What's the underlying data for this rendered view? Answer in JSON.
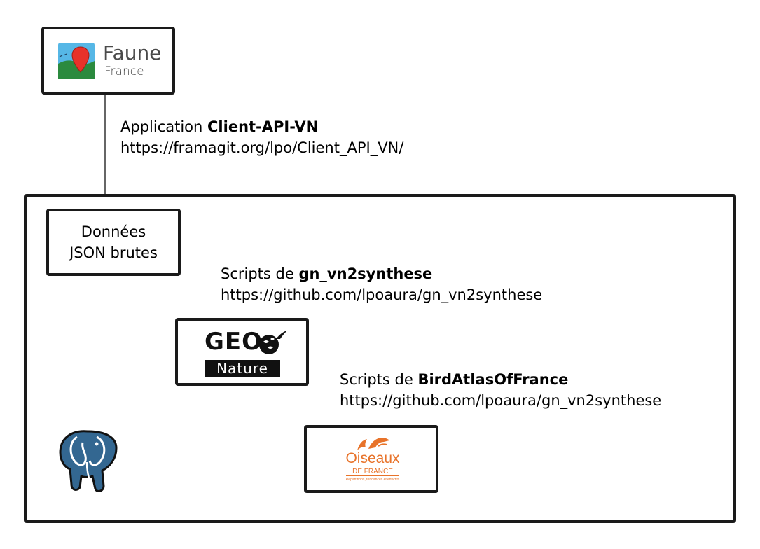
{
  "faune_logo": {
    "title": "Faune",
    "subtitle": "France"
  },
  "client_api": {
    "prefix": "Application ",
    "name": "Client-API-VN",
    "url": "https://framagit.org/lpo/Client_API_VN/"
  },
  "raw_data": {
    "line1": "Données",
    "line2": "JSON brutes"
  },
  "vn2synthese": {
    "prefix": "Scripts de ",
    "name": "gn_vn2synthese",
    "url": "https://github.com/lpoaura/gn_vn2synthese"
  },
  "geonature_logo": {
    "title": "GEO",
    "subtitle": "Nature"
  },
  "birdatlas": {
    "prefix": "Scripts de ",
    "name": "BirdAtlasOfFrance",
    "url": "https://github.com/lpoaura/gn_vn2synthese"
  },
  "oiseaux_logo": {
    "title": "Oiseaux",
    "subtitle": "DE FRANCE",
    "tagline": "Répartitions, tendances et effectifs"
  },
  "colors": {
    "oiseaux_orange": "#e8732a",
    "postgres_blue": "#336791",
    "faune_red": "#e8322a"
  }
}
